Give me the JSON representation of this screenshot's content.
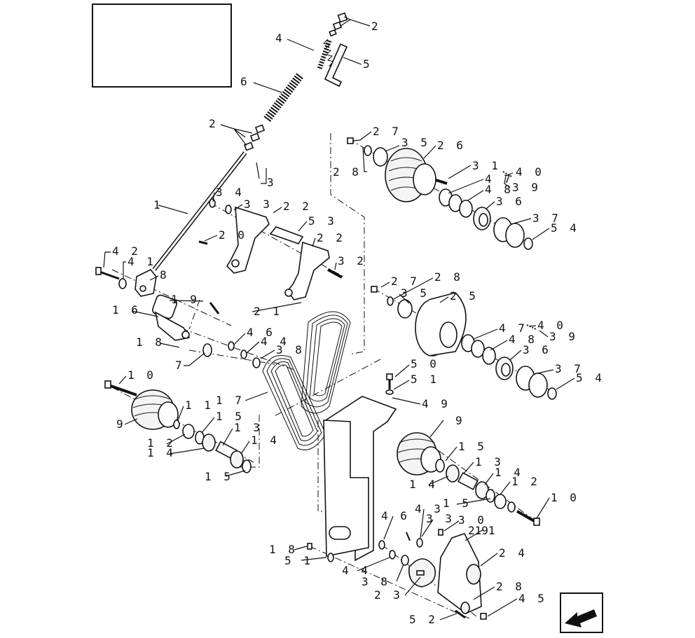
{
  "callouts": [
    {
      "text": "2"
    },
    {
      "text": "4"
    },
    {
      "text": "5"
    },
    {
      "text": "6"
    },
    {
      "text": "2"
    },
    {
      "text": "3"
    },
    {
      "text": "2 7"
    },
    {
      "text": "3 5"
    },
    {
      "text": "2 6"
    },
    {
      "text": "2 8"
    },
    {
      "text": "3 1"
    },
    {
      "text": "4 0"
    },
    {
      "text": "4 7"
    },
    {
      "text": "3 9"
    },
    {
      "text": "4 8"
    },
    {
      "text": "3 6"
    },
    {
      "text": "3 7"
    },
    {
      "text": "5 4"
    },
    {
      "text": "1"
    },
    {
      "text": "3 4"
    },
    {
      "text": "3 3"
    },
    {
      "text": "2 2"
    },
    {
      "text": "5 3"
    },
    {
      "text": "2 0"
    },
    {
      "text": "2 2"
    },
    {
      "text": "4 2"
    },
    {
      "text": "4 1"
    },
    {
      "text": "8"
    },
    {
      "text": "3 2"
    },
    {
      "text": "1 9"
    },
    {
      "text": "1 6"
    },
    {
      "text": "2 1"
    },
    {
      "text": "2 7"
    },
    {
      "text": "2 8"
    },
    {
      "text": "3 5"
    },
    {
      "text": "2 5"
    },
    {
      "text": "4 0"
    },
    {
      "text": "4 6"
    },
    {
      "text": "4 4"
    },
    {
      "text": "1 8"
    },
    {
      "text": "3 8"
    },
    {
      "text": "7"
    },
    {
      "text": "4 7"
    },
    {
      "text": "3 9"
    },
    {
      "text": "4 8"
    },
    {
      "text": "3 6"
    },
    {
      "text": "3 7"
    },
    {
      "text": "5 4"
    },
    {
      "text": "1 0"
    },
    {
      "text": "5 0"
    },
    {
      "text": "5 1"
    },
    {
      "text": "1 7"
    },
    {
      "text": "4 9"
    },
    {
      "text": "1 1"
    },
    {
      "text": "9"
    },
    {
      "text": "1 5"
    },
    {
      "text": "1 3"
    },
    {
      "text": "1 2"
    },
    {
      "text": "1 4"
    },
    {
      "text": "1 4"
    },
    {
      "text": "1 5"
    },
    {
      "text": "9"
    },
    {
      "text": "1 5"
    },
    {
      "text": "1 3"
    },
    {
      "text": "1 4"
    },
    {
      "text": "1 4"
    },
    {
      "text": "1 2"
    },
    {
      "text": "1 5"
    },
    {
      "text": "1 0"
    },
    {
      "text": "4 6"
    },
    {
      "text": "4 3"
    },
    {
      "text": "3 3"
    },
    {
      "text": "3 0"
    },
    {
      "text": "2191"
    },
    {
      "text": "1 8"
    },
    {
      "text": "5 1"
    },
    {
      "text": "4 4"
    },
    {
      "text": "2 4"
    },
    {
      "text": "3 8"
    },
    {
      "text": "2 8"
    },
    {
      "text": "2 3"
    },
    {
      "text": "4 5"
    },
    {
      "text": "5 2"
    }
  ],
  "icons": {
    "title_block": "empty-title-box",
    "nav": "back-arrow-icon"
  }
}
